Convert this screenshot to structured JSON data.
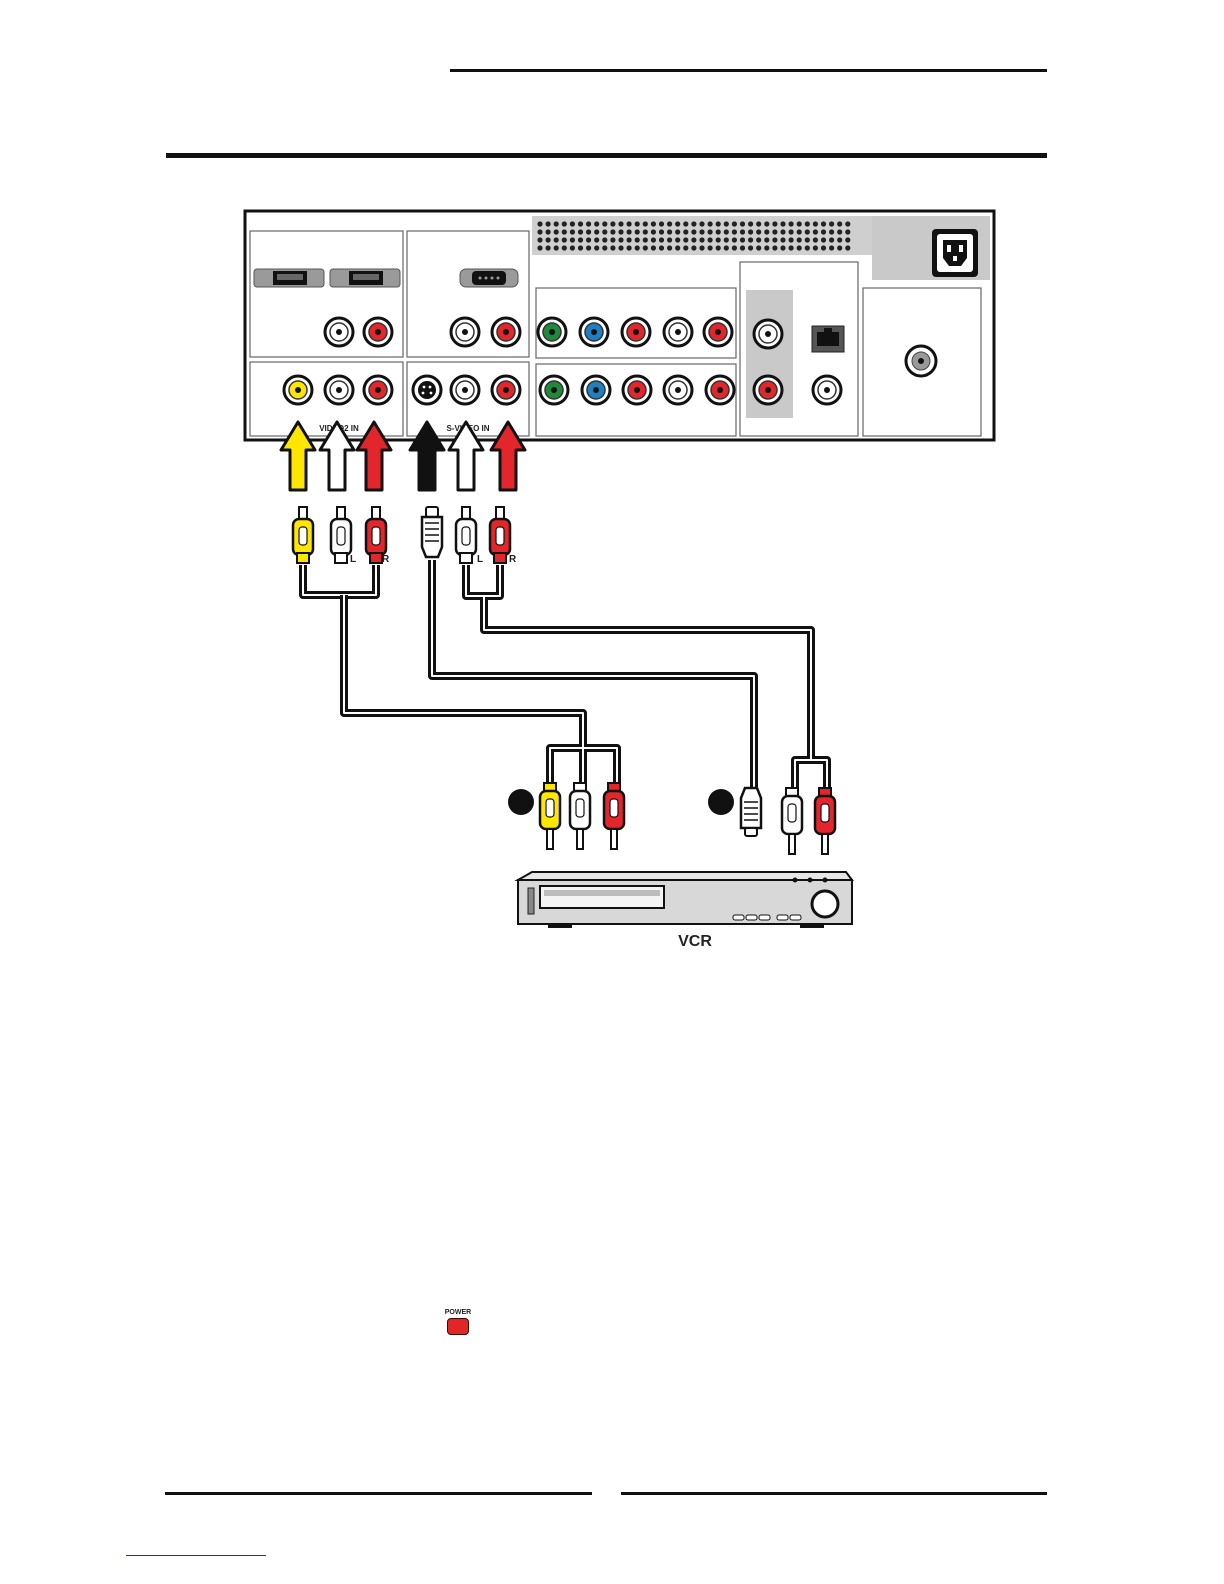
{
  "diagram": {
    "labels": {
      "video2_in": "VIDEO2 IN",
      "svideo_in": "S-VIDEO IN",
      "left_1": "L",
      "right_1": "R",
      "left_2": "L",
      "right_2": "R",
      "device": "VCR"
    },
    "colors": {
      "yellow": "#ffe600",
      "red": "#e3262b",
      "white": "#ffffff",
      "green": "#1f8a3c",
      "blue": "#1e7fc2",
      "black": "#111111",
      "panel_gray": "#c9c9c9"
    },
    "icons": [
      "power-socket-icon",
      "hdmi-port-icon",
      "vga-port-icon",
      "ethernet-port-icon",
      "coax-port-icon",
      "rca-jack-icon",
      "svideo-jack-icon",
      "arrow-up-icon",
      "rca-plug-icon",
      "svideo-plug-icon",
      "vcr-icon"
    ]
  },
  "remote": {
    "power_label": "POWER"
  }
}
